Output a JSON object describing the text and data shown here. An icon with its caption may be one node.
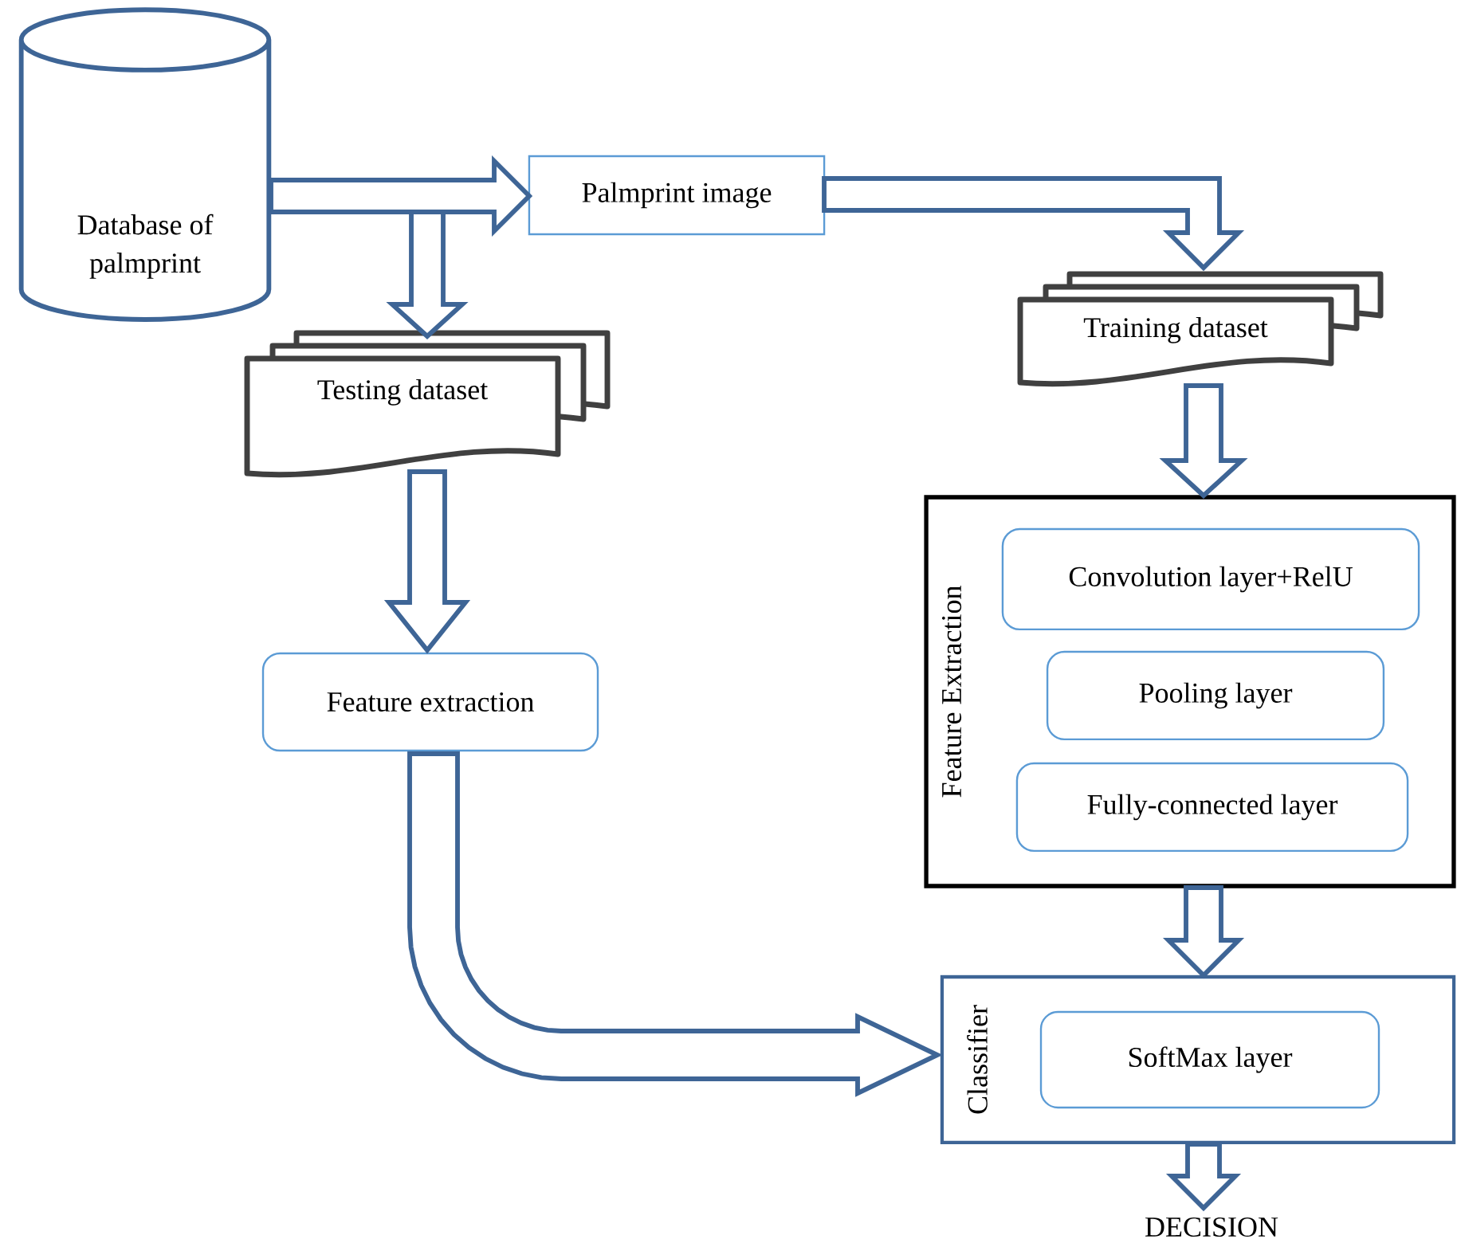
{
  "diagram": {
    "nodes": [
      {
        "text": [
          "Database of palmprint"
        ]
      },
      {
        "text": [
          "Palmprint image"
        ]
      },
      {
        "text": [
          "Testing dataset"
        ]
      },
      {
        "text": [
          "Training dataset"
        ]
      },
      {
        "text": [
          "Feature extraction"
        ]
      },
      {
        "text": [
          "Feature Extraction"
        ]
      },
      {
        "text": [
          "Convolution layer+RelU"
        ],
        "in": 5
      },
      {
        "text": [
          "Pooling layer"
        ],
        "in": 5
      },
      {
        "text": [
          "Fully-connected layer"
        ],
        "in": 5
      },
      {
        "text": [
          "Classifier"
        ]
      },
      {
        "text": [
          "SoftMax layer"
        ],
        "in": 9
      },
      {
        "text": [
          "DECISION"
        ]
      }
    ],
    "edges": [
      {
        "from": 0,
        "to": 1,
        "arrow": "to"
      },
      {
        "from": 0,
        "to": 2,
        "arrow": "to"
      },
      {
        "from": 1,
        "to": 3,
        "arrow": "to"
      },
      {
        "from": 2,
        "to": 4,
        "arrow": "to"
      },
      {
        "from": 3,
        "to": 5,
        "arrow": "to"
      },
      {
        "from": 4,
        "to": 9,
        "arrow": "to"
      },
      {
        "from": 5,
        "to": 9,
        "arrow": "to"
      },
      {
        "from": 9,
        "to": 11,
        "arrow": "to"
      }
    ]
  }
}
